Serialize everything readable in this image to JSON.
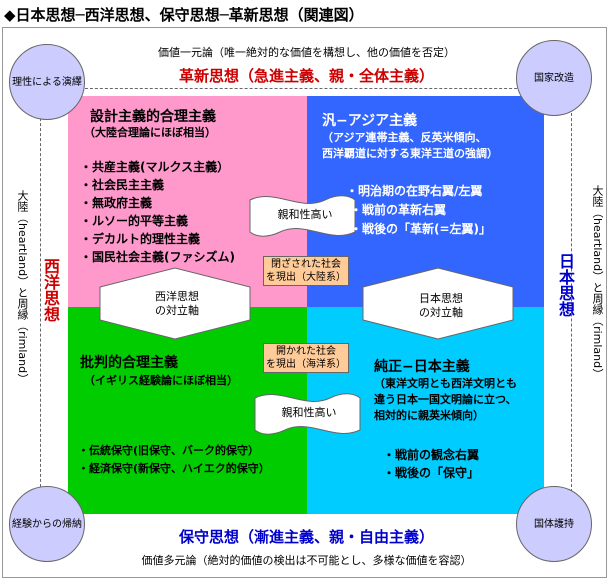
{
  "title": "◆日本思想─西洋思想、保守思想─革新思想（関連図）",
  "notes": {
    "top": "価値一元論（唯一絶対的な価値を構想し、他の価値を否定）",
    "bottom": "価値多元論（絶対的価値の検出は不可能とし、多様な価値を容認）"
  },
  "bands": {
    "top": "革新思想（急進主義、親・全体主義）",
    "bottom": "保守思想（漸進主義、親・自由主義）"
  },
  "sides": {
    "left_text": "大陸（heartland）と周縁（rimland）",
    "left_label": "西洋思想",
    "right_text": "大陸（heartland）と周縁（rimland）",
    "right_label": "日本思想"
  },
  "circles": {
    "top_left": "理性による演繹",
    "top_right": "国家改造",
    "bottom_left": "経験からの帰納",
    "bottom_right": "国体護持"
  },
  "quadrants": {
    "top_left": {
      "heading": "設計主義的合理主義",
      "sub": "（大陸合理論にほぼ相当）",
      "items": [
        "・共産主義(マルクス主義）",
        "・社会民主主義",
        "・無政府主義",
        "・ルソー的平等主義",
        "・デカルト的理性主義",
        "・国民社会主義(ファシズム)"
      ]
    },
    "top_right": {
      "heading": "汎−アジア主義",
      "sub_lines": [
        "（アジア連帯主義、反英米傾向、",
        "西洋覇道に対する東洋王道の強調）"
      ],
      "items": [
        "・明治期の在野右翼/左翼",
        "・戦前の革新右翼",
        "・戦後の「革新(=左翼)」"
      ]
    },
    "bottom_left": {
      "heading": "批判的合理主義",
      "sub": "（イギリス経験論にほぼ相当）",
      "items": [
        "・伝統保守(旧保守、バーク的保守）",
        "・経済保守(新保守、ハイエク的保守）"
      ]
    },
    "bottom_right": {
      "heading": "純正−日本主義",
      "sub_lines": [
        "（東洋文明とも西洋文明とも",
        "違う日本一国文明論に立つ、",
        "相対的に親英米傾向）"
      ],
      "items": [
        "・戦前の観念右翼",
        "・戦後の「保守」"
      ]
    }
  },
  "callouts": {
    "upper": [
      "閉ざされた社会",
      "を現出（大陸系）"
    ],
    "lower": [
      "開かれた社会",
      "を現出（海洋系）"
    ]
  },
  "axes": {
    "left": [
      "西洋思想",
      "の対立軸"
    ],
    "right": [
      "日本思想",
      "の対立軸"
    ]
  },
  "affinity": {
    "upper": "親和性高い",
    "lower": "親和性高い"
  },
  "colors": {
    "pink": "#ff99cc",
    "blue": "#3366ff",
    "green": "#00cc00",
    "cyan": "#00ccff",
    "circle": "#ccccff",
    "callout": "#ffcc99",
    "red_text": "#cc0000",
    "blue_text": "#0000cc"
  }
}
